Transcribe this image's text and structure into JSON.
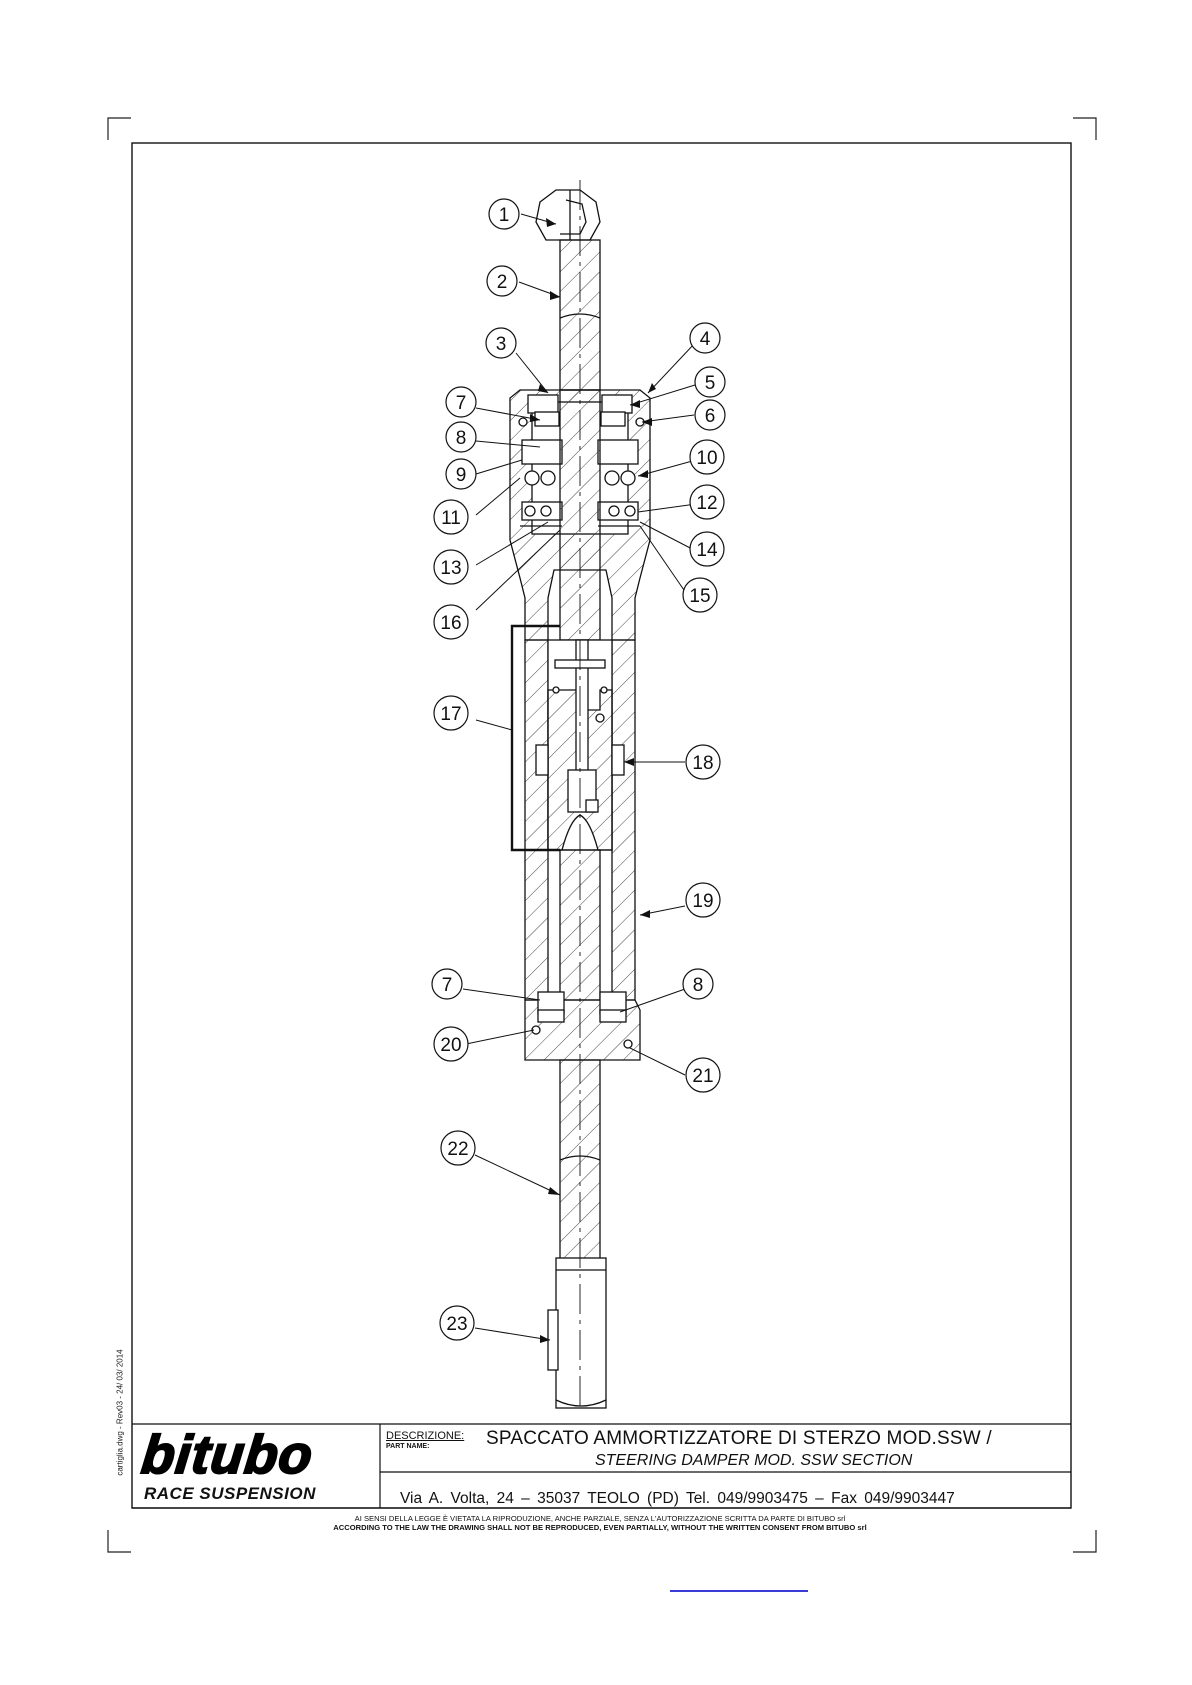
{
  "callouts": [
    "1",
    "2",
    "3",
    "4",
    "5",
    "6",
    "7",
    "8",
    "9",
    "10",
    "11",
    "12",
    "13",
    "14",
    "15",
    "16",
    "17",
    "18",
    "19",
    "7",
    "8",
    "20",
    "21",
    "22",
    "23"
  ],
  "side_note": "cartiglia.dwg - Rev03 - 24/ 03/ 2014",
  "brand": {
    "logo_text": "bitubo",
    "subtitle": "RACE SUSPENSION"
  },
  "title_block": {
    "description_label": "DESCRIZIONE:",
    "part_name_label": "PART NAME:",
    "title_it": "SPACCATO AMMORTIZZATORE DI STERZO MOD.SSW /",
    "title_en": "STEERING DAMPER MOD. SSW SECTION",
    "address": "Via A. Volta, 24 – 35037 TEOLO (PD)      Tel. 049/9903475 – Fax 049/9903447",
    "legal_it": "AI SENSI DELLA LEGGE È VIETATA LA RIPRODUZIONE, ANCHE PARZIALE, SENZA L'AUTORIZZAZIONE SCRITTA DA PARTE DI BITUBO srl",
    "legal_en": "ACCORDING TO THE LAW THE DRAWING SHALL NOT BE REPRODUCED, EVEN PARTIALLY, WITHOUT THE WRITTEN CONSENT FROM BITUBO srl"
  },
  "colors": {
    "line": "#111111",
    "link": "#3b3bd6"
  }
}
